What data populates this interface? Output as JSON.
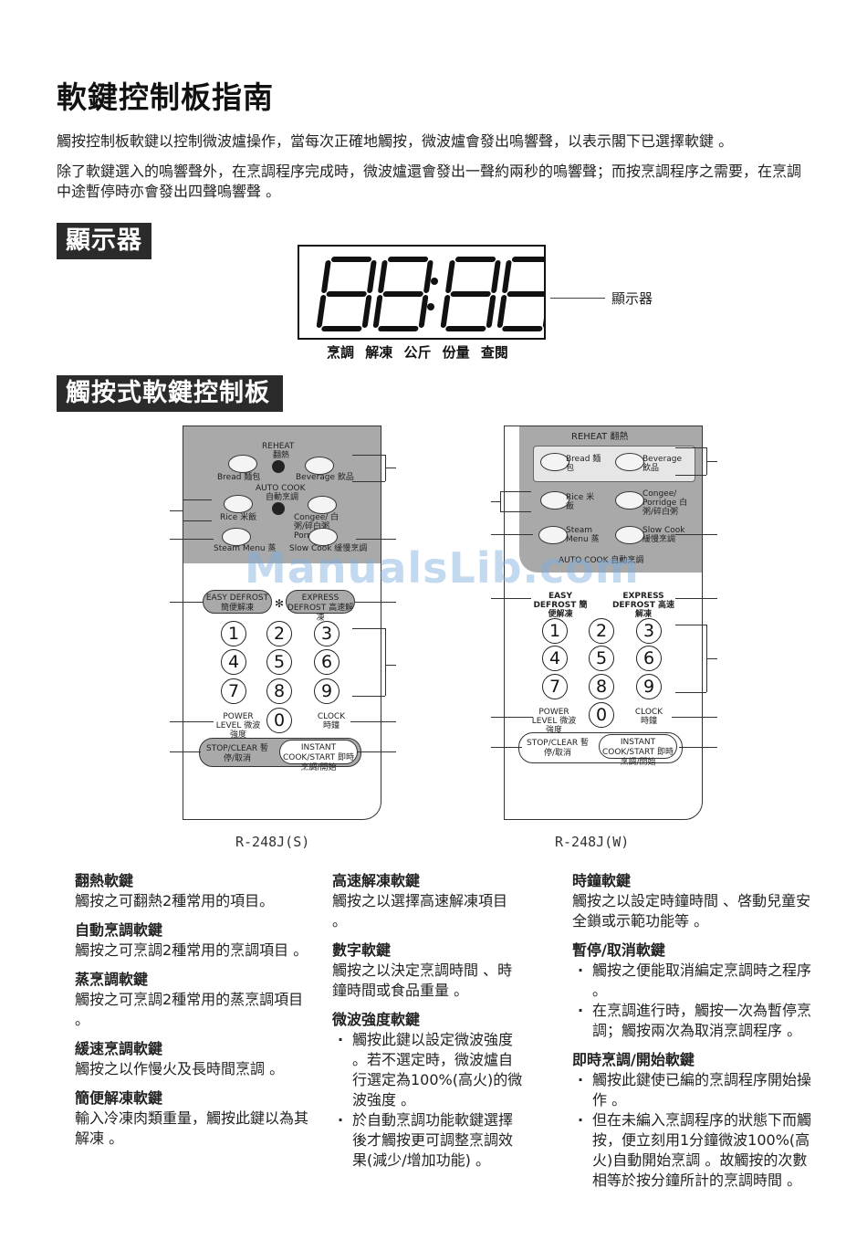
{
  "title": "軟鍵控制板指南",
  "intro": [
    "觸按控制板軟鍵以控制微波爐操作，當每次正確地觸按，微波爐會發出嗚響聲，以表示閣下已選擇軟鍵 。",
    "除了軟鍵選入的嗚響聲外，在烹調程序完成時，微波爐還會發出一聲約兩秒的嗚響聲；而按烹調程序之需要，在烹調中途暫停時亦會發出四聲嗚響聲 。"
  ],
  "display_section": {
    "heading": "顯示器",
    "digits": "88:88",
    "callout": "顯示器",
    "indicators": "烹調 解凍 公斤 份量 查閱"
  },
  "panel_section": {
    "heading": "觸按式軟鍵控制板"
  },
  "panel_s": {
    "model": "R-248J(S)",
    "reheat_en": "REHEAT",
    "reheat_zh": "翻熱",
    "bread": "Bread 麵包",
    "beverage": "Beverage 飲品",
    "auto_cook_en": "AUTO COOK",
    "auto_cook_zh": "自動烹調",
    "rice": "Rice 米飯",
    "congee": "Congee/ 白粥/碎白粥 Porridge",
    "steam": "Steam Menu 蒸",
    "slow": "Slow Cook 緩慢烹調",
    "easy_defrost": "EASY DEFROST 簡便解凍",
    "express_defrost": "EXPRESS DEFROST 高速解凍",
    "power_level": "POWER LEVEL 微波強度",
    "clock": "CLOCK 時鐘",
    "stop": "STOP/CLEAR 暫停/取消",
    "start": "INSTANT COOK/START 即時烹調/開始"
  },
  "panel_w": {
    "model": "R-248J(W)",
    "reheat": "REHEAT 翻熱",
    "bread": "Bread 麵包",
    "beverage": "Beverage 飲品",
    "rice": "Rice 米飯",
    "congee": "Congee/ Porridge 白粥/碎白粥",
    "steam": "Steam Menu 蒸",
    "slow": "Slow Cook 緩慢烹調",
    "auto_cook": "AUTO COOK 自動烹調",
    "easy_defrost": "EASY DEFROST 簡便解凍",
    "express_defrost": "EXPRESS DEFROST 高速解凍",
    "power_level": "POWER LEVEL 微波強度",
    "clock": "CLOCK 時鐘",
    "stop": "STOP/CLEAR 暫停/取消",
    "start": "INSTANT COOK/START 即時烹調/開始"
  },
  "numbers": [
    "1",
    "2",
    "3",
    "4",
    "5",
    "6",
    "7",
    "8",
    "9",
    "0"
  ],
  "watermark": "ManualsLib.com",
  "col1": [
    {
      "h": "翻熱軟鍵",
      "t": "觸按之可翻熱2種常用的項目。"
    },
    {
      "h": "自動烹調軟鍵",
      "t": "觸按之可烹調2種常用的烹調項目 。"
    },
    {
      "h": "蒸烹調軟鍵",
      "t": "觸按之可烹調2種常用的蒸烹調項目 。"
    },
    {
      "h": "緩速烹調軟鍵",
      "t": "觸按之以作慢火及長時間烹調 。"
    },
    {
      "h": "簡便解凍軟鍵",
      "t": "輸入冷凍肉類重量，觸按此鍵以為其解凍 。"
    }
  ],
  "col2": {
    "express_h": "高速解凍軟鍵",
    "express_t": "觸按之以選擇高速解凍項目 。",
    "numkey_h": "數字軟鍵",
    "numkey_t": "觸按之以決定烹調時間 、時鐘時間或食品重量 。",
    "power_h": "微波強度軟鍵",
    "power_b1": "觸按此鍵以設定微波強度 。若不選定時，微波爐自行選定為100%(高火)的微波強度 。",
    "power_b2": "於自動烹調功能軟鍵選擇後才觸按更可調整烹調效果(減少/增加功能) 。"
  },
  "col3": {
    "clock_h": "時鐘軟鍵",
    "clock_t": "觸按之以設定時鐘時間 、啓動兒童安全鎖或示範功能等 。",
    "stop_h": "暫停/取消軟鍵",
    "stop_b1": "觸按之便能取消編定烹調時之程序 。",
    "stop_b2": "在烹調進行時，觸按一次為暫停烹調；觸按兩次為取消烹調程序 。",
    "start_h": "即時烹調/開始軟鍵",
    "start_b1": "觸按此鍵使已編的烹調程序開始操作 。",
    "start_b2": "但在未編入烹調程序的狀態下而觸按，便立刻用1分鐘微波100%(高火)自動開始烹調 。故觸按的次數相等於按分鐘所計的烹調時間 。"
  }
}
